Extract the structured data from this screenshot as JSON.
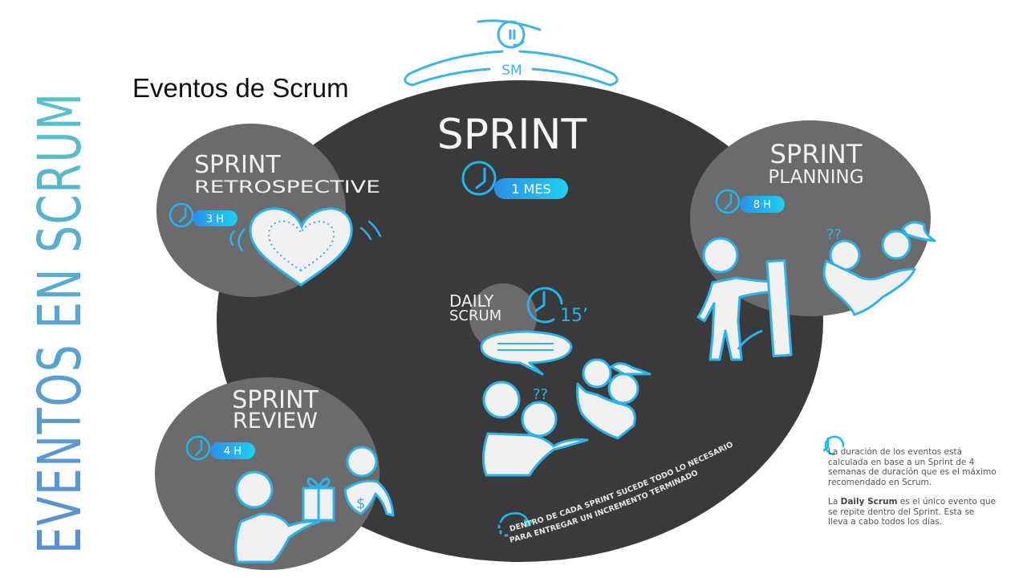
{
  "slide": {
    "title": "Eventos de Scrum",
    "vertical_title": "EVENTOS EN SCRUM"
  },
  "colors": {
    "main_circle": "#3a393b",
    "event_circle": "#6b6b6d",
    "accent": "#29b7ea",
    "pill_start": "#2b8fe8",
    "pill_end": "#1fd0f2",
    "vertical_title_gradient": [
      "#5b8fcf",
      "#59c1ca"
    ]
  },
  "scrum_master": {
    "label": "SM"
  },
  "sprint": {
    "title": "SPRINT",
    "duration": "1 MES",
    "icon": "clock-icon"
  },
  "events": {
    "retrospective": {
      "line1": "SPRINT",
      "line2": "RETROSPECTIVE",
      "duration": "3 H",
      "illustration": "heart-icon"
    },
    "planning": {
      "line1": "SPRINT",
      "line2": "PLANNING",
      "duration": "8 H",
      "illustration": "presenter-with-ruler"
    },
    "review": {
      "line1": "SPRINT",
      "line2": "REVIEW",
      "duration": "4 H",
      "illustration": "gift-exchange"
    },
    "daily": {
      "line1": "DAILY",
      "line2": "SCRUM",
      "duration": "15’",
      "illustration": "team-discussion",
      "question_marks": "??"
    }
  },
  "planning_question_marks": "??",
  "review_money_symbol": "$",
  "circle_caption": {
    "line1": "DENTRO DE CADA SPRINT SUCEDE TODO LO NECESARIO",
    "line2": "PARA ENTREGAR UN INCREMENTO TERMINADO",
    "icon": "cycle-arrow-icon"
  },
  "note": {
    "paragraph1": "La duración de los eventos está calculada en base a un Sprint de 4 semanas de duración que es el máximo recomendado en Scrum.",
    "p2_prefix": "La ",
    "p2_bold": "Daily Scrum",
    "p2_suffix": " es el único evento que se repite dentro del Sprint. Esta se lleva a cabo todos los días."
  }
}
